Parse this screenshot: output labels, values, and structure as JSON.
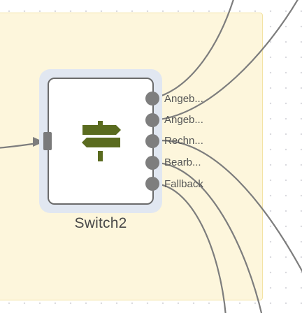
{
  "node": {
    "title": "Switch2",
    "icon": "signpost-icon",
    "icon_color": "#5a6b1f",
    "outputs": [
      {
        "label": "Angeb..."
      },
      {
        "label": "Angeb..."
      },
      {
        "label": "Rechn..."
      },
      {
        "label": "Bearb..."
      },
      {
        "label": "Fallback"
      }
    ]
  },
  "colors": {
    "sticky_note": "#fdf6dc",
    "node_selected_halo": "#e1e7f1",
    "connection": "#7d7d7d"
  }
}
